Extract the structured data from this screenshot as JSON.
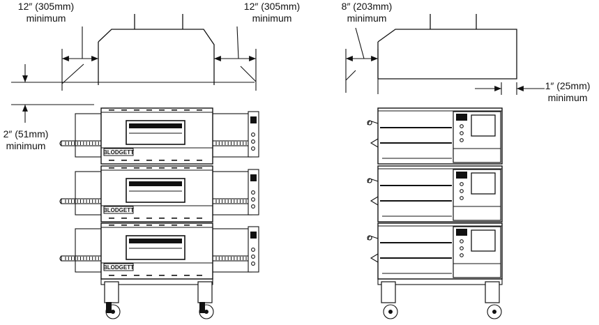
{
  "left_view": {
    "clearance_left": {
      "dimension": "12″ (305mm)",
      "note": "minimum"
    },
    "clearance_right": {
      "dimension": "12″ (305mm)",
      "note": "minimum"
    },
    "clearance_below_hood": {
      "dimension": "2″ (51mm)",
      "note": "minimum"
    },
    "brand_plate": "BLODGETT"
  },
  "right_view": {
    "clearance_back": {
      "dimension": "8″ (203mm)",
      "note": "minimum"
    },
    "clearance_side": {
      "dimension": "1″ (25mm)",
      "note": "minimum"
    }
  },
  "colors": {
    "line": "#111111",
    "panel": "#f2f2f2",
    "window": "#ffffff"
  }
}
